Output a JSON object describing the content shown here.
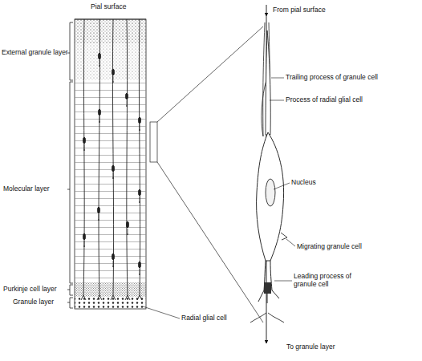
{
  "diagram": {
    "labels": [
      "Pial surface",
      "External granule layer",
      "Molecular layer",
      "Purkinje cell layer",
      "Granule layer",
      "Radial glial cell",
      "From pial surface",
      "Trailing process of granule cell",
      "Process of radial glial cell",
      "Nucleus",
      "Migrating granule cell",
      "Leading process of granule cell",
      "To granule layer"
    ]
  }
}
